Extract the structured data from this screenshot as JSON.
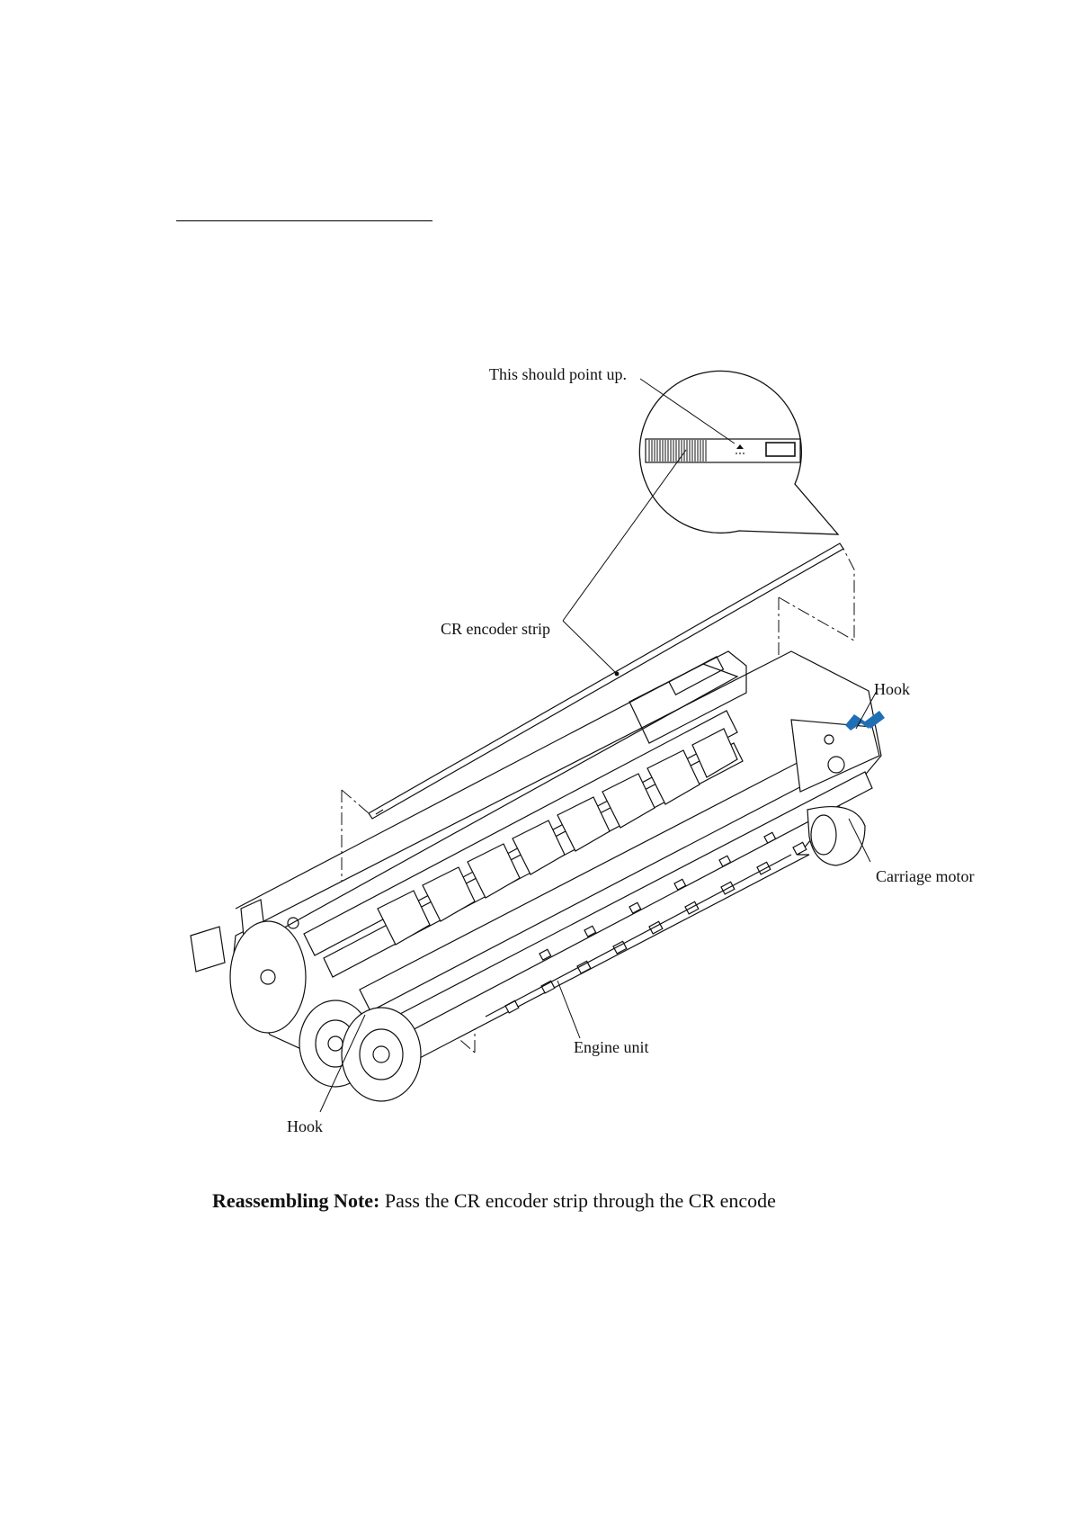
{
  "figure": {
    "labels": {
      "point_up": "This should point up.",
      "cr_encoder_strip": "CR encoder strip",
      "hook_right": "Hook",
      "carriage_motor": "Carriage motor",
      "engine_unit": "Engine unit",
      "hook_left": "Hook"
    },
    "arrow_color": "#1f6fb5"
  },
  "note": {
    "title": "Reassembling Note:",
    "text": "Pass the CR encoder strip through the CR encode"
  }
}
